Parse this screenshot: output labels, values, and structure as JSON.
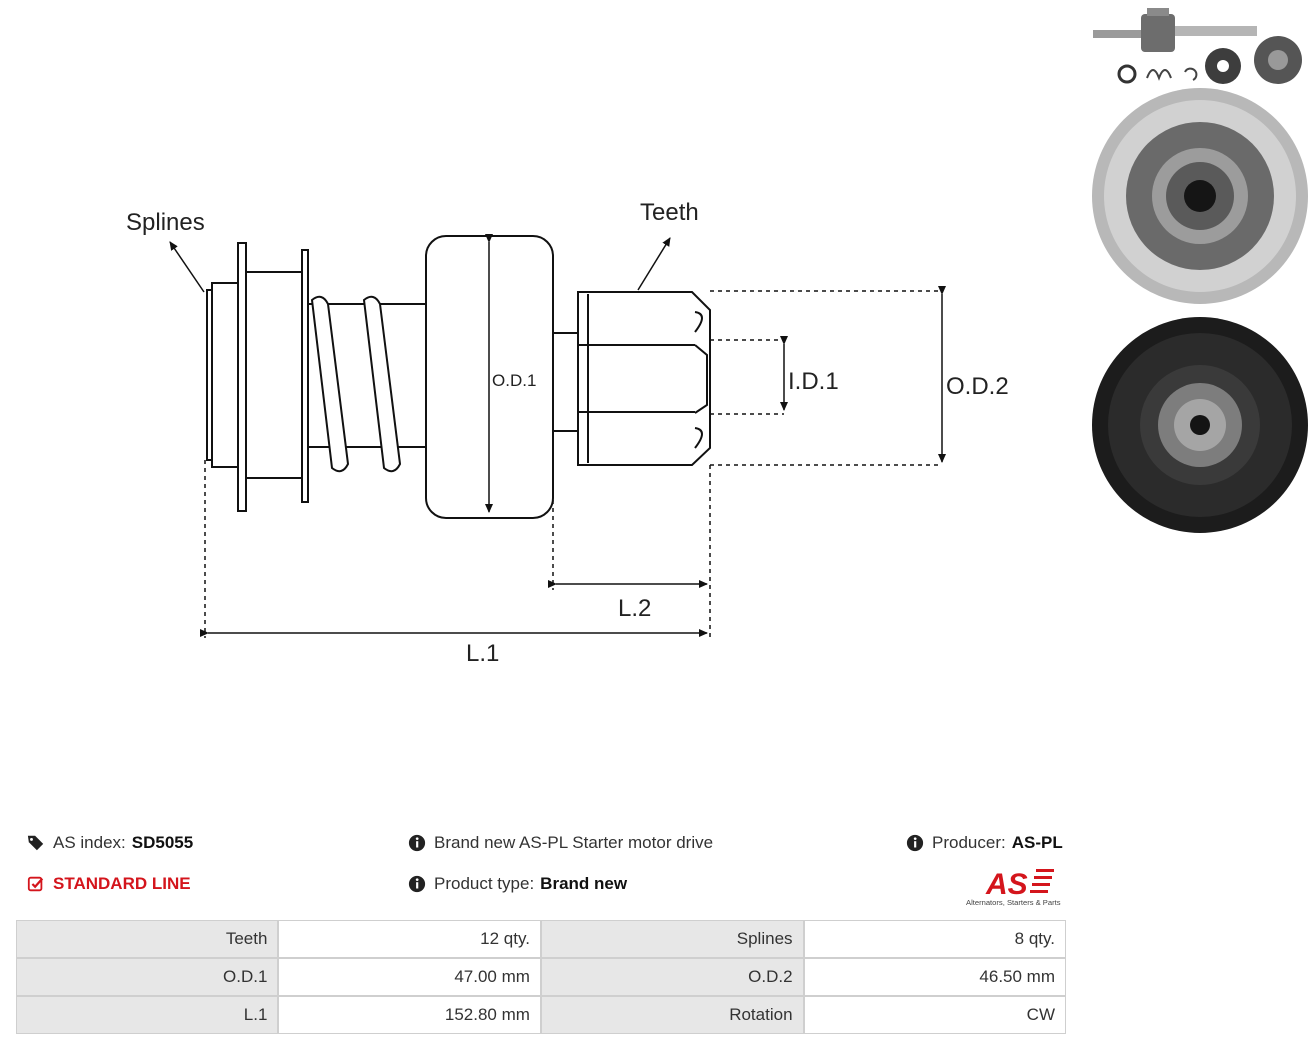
{
  "diagram": {
    "labels": {
      "splines": "Splines",
      "teeth": "Teeth",
      "od1": "O.D.1",
      "id1": "I.D.1",
      "od2": "O.D.2",
      "l2": "L.2",
      "l1": "L.1"
    }
  },
  "photos": {
    "items": [
      "exploded-parts-photo",
      "front-face-photo",
      "rear-face-photo"
    ]
  },
  "info": {
    "index_label": "AS index:",
    "index_value": "SD5055",
    "line_label": "STANDARD LINE",
    "description": "Brand new AS-PL Starter motor drive",
    "type_label": "Product type:",
    "type_value": "Brand new",
    "producer_label": "Producer:",
    "producer_value": "AS-PL"
  },
  "logo": {
    "text": "AS",
    "tagline": "Alternators, Starters & Parts"
  },
  "specs": [
    {
      "label1": "Teeth",
      "value1": "12 qty.",
      "label2": "Splines",
      "value2": "8 qty."
    },
    {
      "label1": "O.D.1",
      "value1": "47.00 mm",
      "label2": "O.D.2",
      "value2": "46.50 mm"
    },
    {
      "label1": "L.1",
      "value1": "152.80 mm",
      "label2": "Rotation",
      "value2": "CW"
    }
  ],
  "colors": {
    "accent_red": "#d4151c",
    "table_label_bg": "#e7e7e7",
    "table_border": "#cfcfcf"
  }
}
